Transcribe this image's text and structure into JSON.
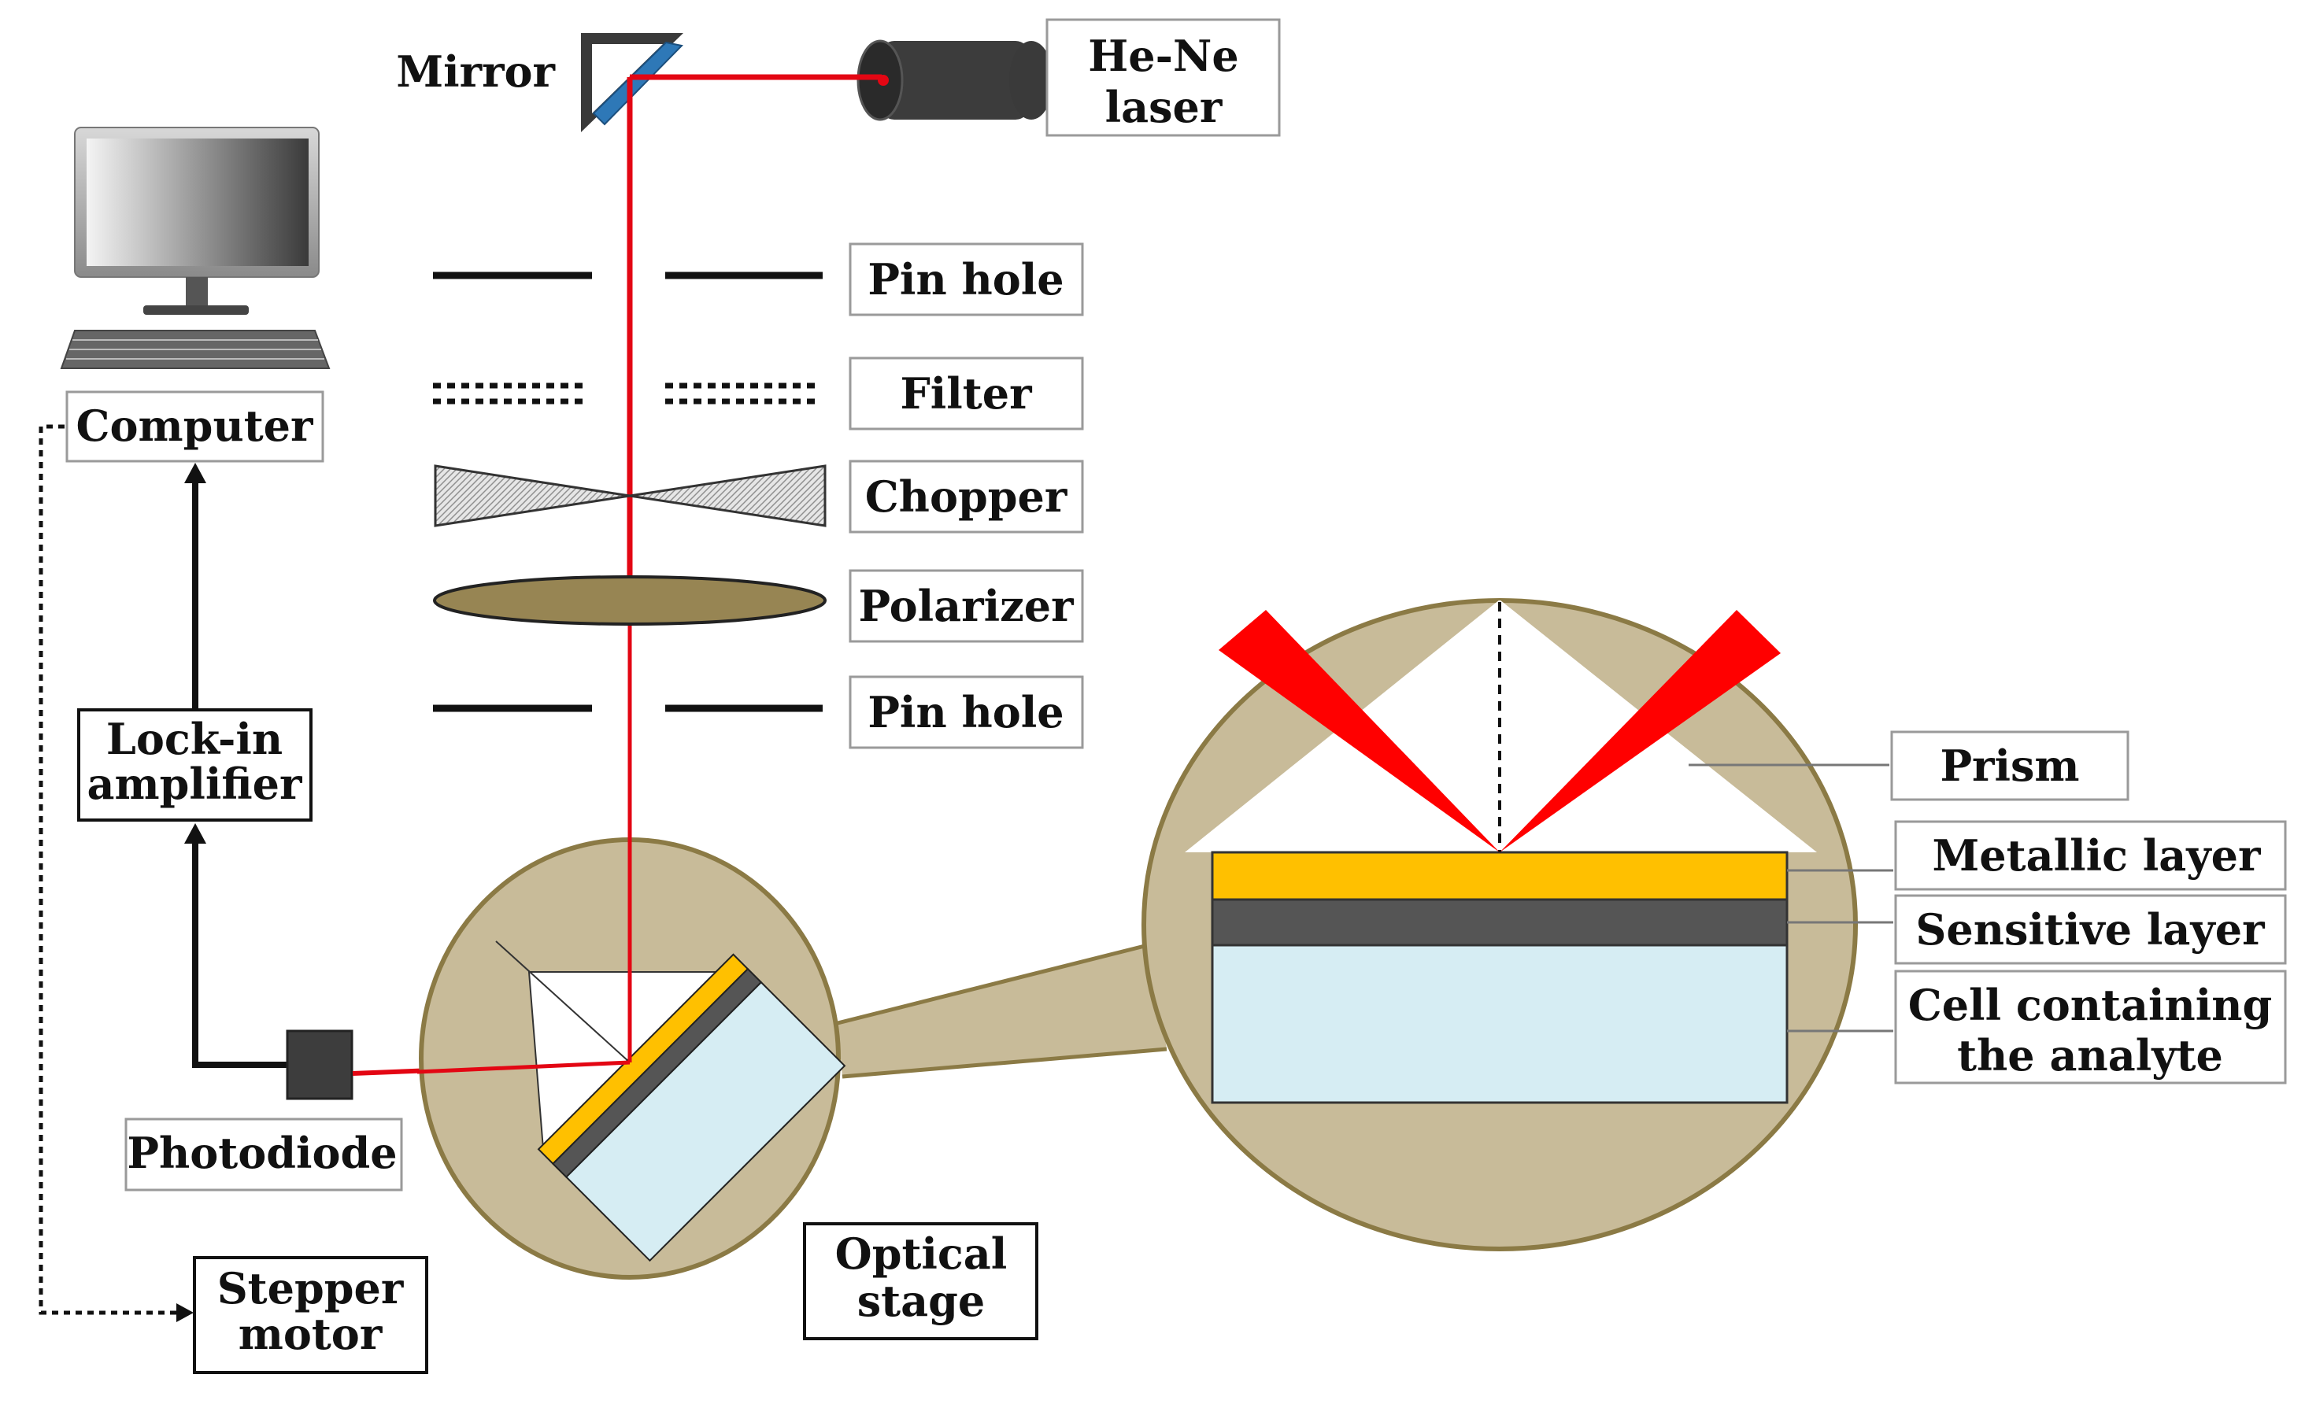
{
  "labels": {
    "mirror": "Mirror",
    "laser_line1": "He-Ne",
    "laser_line2": "laser",
    "pinhole_top": "Pin hole",
    "filter": "Filter",
    "chopper": "Chopper",
    "polarizer": "Polarizer",
    "pinhole_bottom": "Pin hole",
    "computer": "Computer",
    "lockin_line1": "Lock-in",
    "lockin_line2": "amplifier",
    "photodiode": "Photodiode",
    "stepper_line1": "Stepper",
    "stepper_line2": "motor",
    "optical_line1": "Optical",
    "optical_line2": "stage",
    "prism": "Prism",
    "metallic": "Metallic layer",
    "sensitive": "Sensitive layer",
    "cell_line1": "Cell containing",
    "cell_line2": "the analyte"
  },
  "colors": {
    "beam": "#e30613",
    "metallic": "#ffc000",
    "sensitive": "#555555",
    "cell": "#d6edf3",
    "stage": "#c8bb99",
    "stage_border": "#8b7a45",
    "polarizer": "#978553",
    "mirror_glass": "#2e78b7"
  },
  "icons": [
    "computer-icon",
    "laser-icon",
    "mirror-icon",
    "photodiode-icon"
  ]
}
